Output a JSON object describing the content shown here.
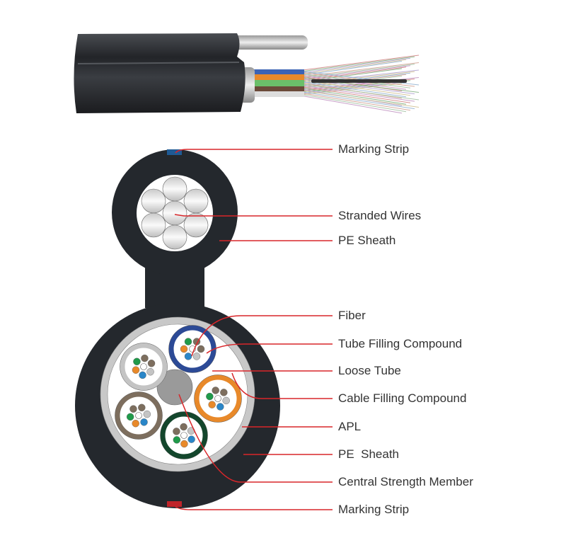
{
  "labels": {
    "marking_strip_top": "Marking Strip",
    "stranded_wires": "Stranded Wires",
    "pe_sheath_top": "PE Sheath",
    "fiber": "Fiber",
    "tube_filling_compound": "Tube Filling Compound",
    "loose_tube": "Loose Tube",
    "cable_filling_compound": "Cable Filling Compound",
    "apl": "APL",
    "pe_sheath_bottom": "PE  Sheath",
    "central_strength_member": "Central Strength Member",
    "marking_strip_bottom": "Marking Strip"
  },
  "colors": {
    "sheath": "#24282d",
    "leader": "#d9262a",
    "marking_top": "#1f5a94",
    "marking_bottom": "#c0242a",
    "apl": "#c8c8c8",
    "tube_blue": "#2c4a96",
    "tube_grey": "#c4c4c4",
    "tube_orange": "#e8892a",
    "tube_brown": "#7d6e5e",
    "tube_green": "#13462c",
    "csm": "#9a9a9a"
  }
}
